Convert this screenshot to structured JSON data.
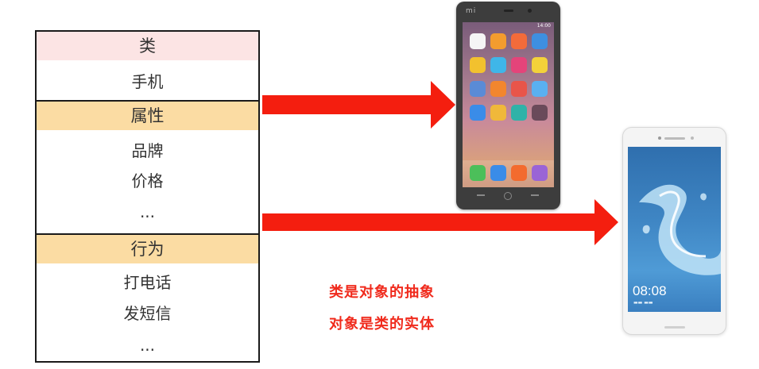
{
  "class_box": {
    "class": {
      "header": "类",
      "items": [
        "手机"
      ]
    },
    "attributes": {
      "header": "属性",
      "items": [
        "品牌",
        "价格",
        "..."
      ]
    },
    "behaviors": {
      "header": "行为",
      "items": [
        "打电话",
        "发短信",
        "..."
      ]
    }
  },
  "captions": [
    "类是对象的抽象",
    "对象是类的实体"
  ],
  "phone1": {
    "logo": "mi",
    "status_time": "14:00"
  },
  "phone2": {
    "clock": "08:08"
  },
  "colors": {
    "class_header_bg": "#fce4e4",
    "section_header_bg": "#fbdca3",
    "arrow": "#f41e0f",
    "caption": "#f02a1c"
  }
}
